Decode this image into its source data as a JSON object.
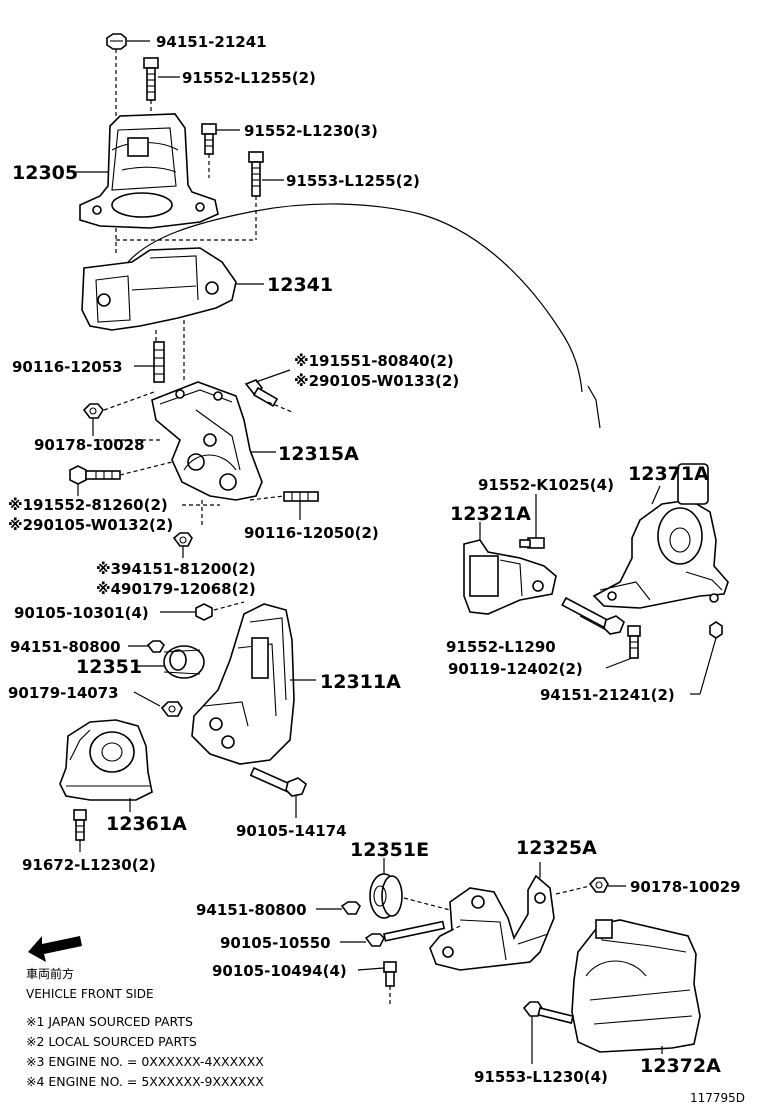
{
  "diagram": {
    "labels": {
      "l_94151_21241": "94151-21241",
      "l_91552_L1255": "91552-L1255(2)",
      "l_91552_L1230": "91552-L1230(3)",
      "l_12305": "12305",
      "l_91553_L1255": "91553-L1255(2)",
      "l_12341": "12341",
      "l_90116_12053": "90116-12053",
      "l_91551_80840": "※191551-80840(2)",
      "l_90105_W0133": "※290105-W0133(2)",
      "l_90178_10028": "90178-10028",
      "l_12315A": "12315A",
      "l_12371A": "12371A",
      "l_91552_K1025": "91552-K1025(4)",
      "l_12321A": "12321A",
      "l_91552_81260": "※191552-81260(2)",
      "l_90105_W0132": "※290105-W0132(2)",
      "l_90116_12050": "90116-12050(2)",
      "l_94151_81200": "※394151-81200(2)",
      "l_90179_12068": "※490179-12068(2)",
      "l_90105_10301": "90105-10301(4)",
      "l_91552_L1290": "91552-L1290",
      "l_94151_80800_a": "94151-80800",
      "l_12351": "12351",
      "l_90119_12402": "90119-12402(2)",
      "l_12311A": "12311A",
      "l_90179_14073": "90179-14073",
      "l_94151_21241_2": "94151-21241(2)",
      "l_12361A": "12361A",
      "l_90105_14174": "90105-14174",
      "l_91672_L1230": "91672-L1230(2)",
      "l_12351E": "12351E",
      "l_12325A": "12325A",
      "l_90178_10029": "90178-10029",
      "l_94151_80800_b": "94151-80800",
      "l_90105_10550": "90105-10550",
      "l_90105_10494": "90105-10494(4)",
      "l_91553_L1230": "91553-L1230(4)",
      "l_12372A": "12372A"
    },
    "front_jp": "車両前方",
    "front_en": "VEHICLE FRONT SIDE",
    "notes": [
      "※1 JAPAN SOURCED PARTS",
      "※2 LOCAL SOURCED PARTS",
      "※3 ENGINE NO. = 0XXXXXX-4XXXXXX",
      "※4 ENGINE NO. = 5XXXXXX-9XXXXXX"
    ],
    "figure_id": "117795D"
  }
}
